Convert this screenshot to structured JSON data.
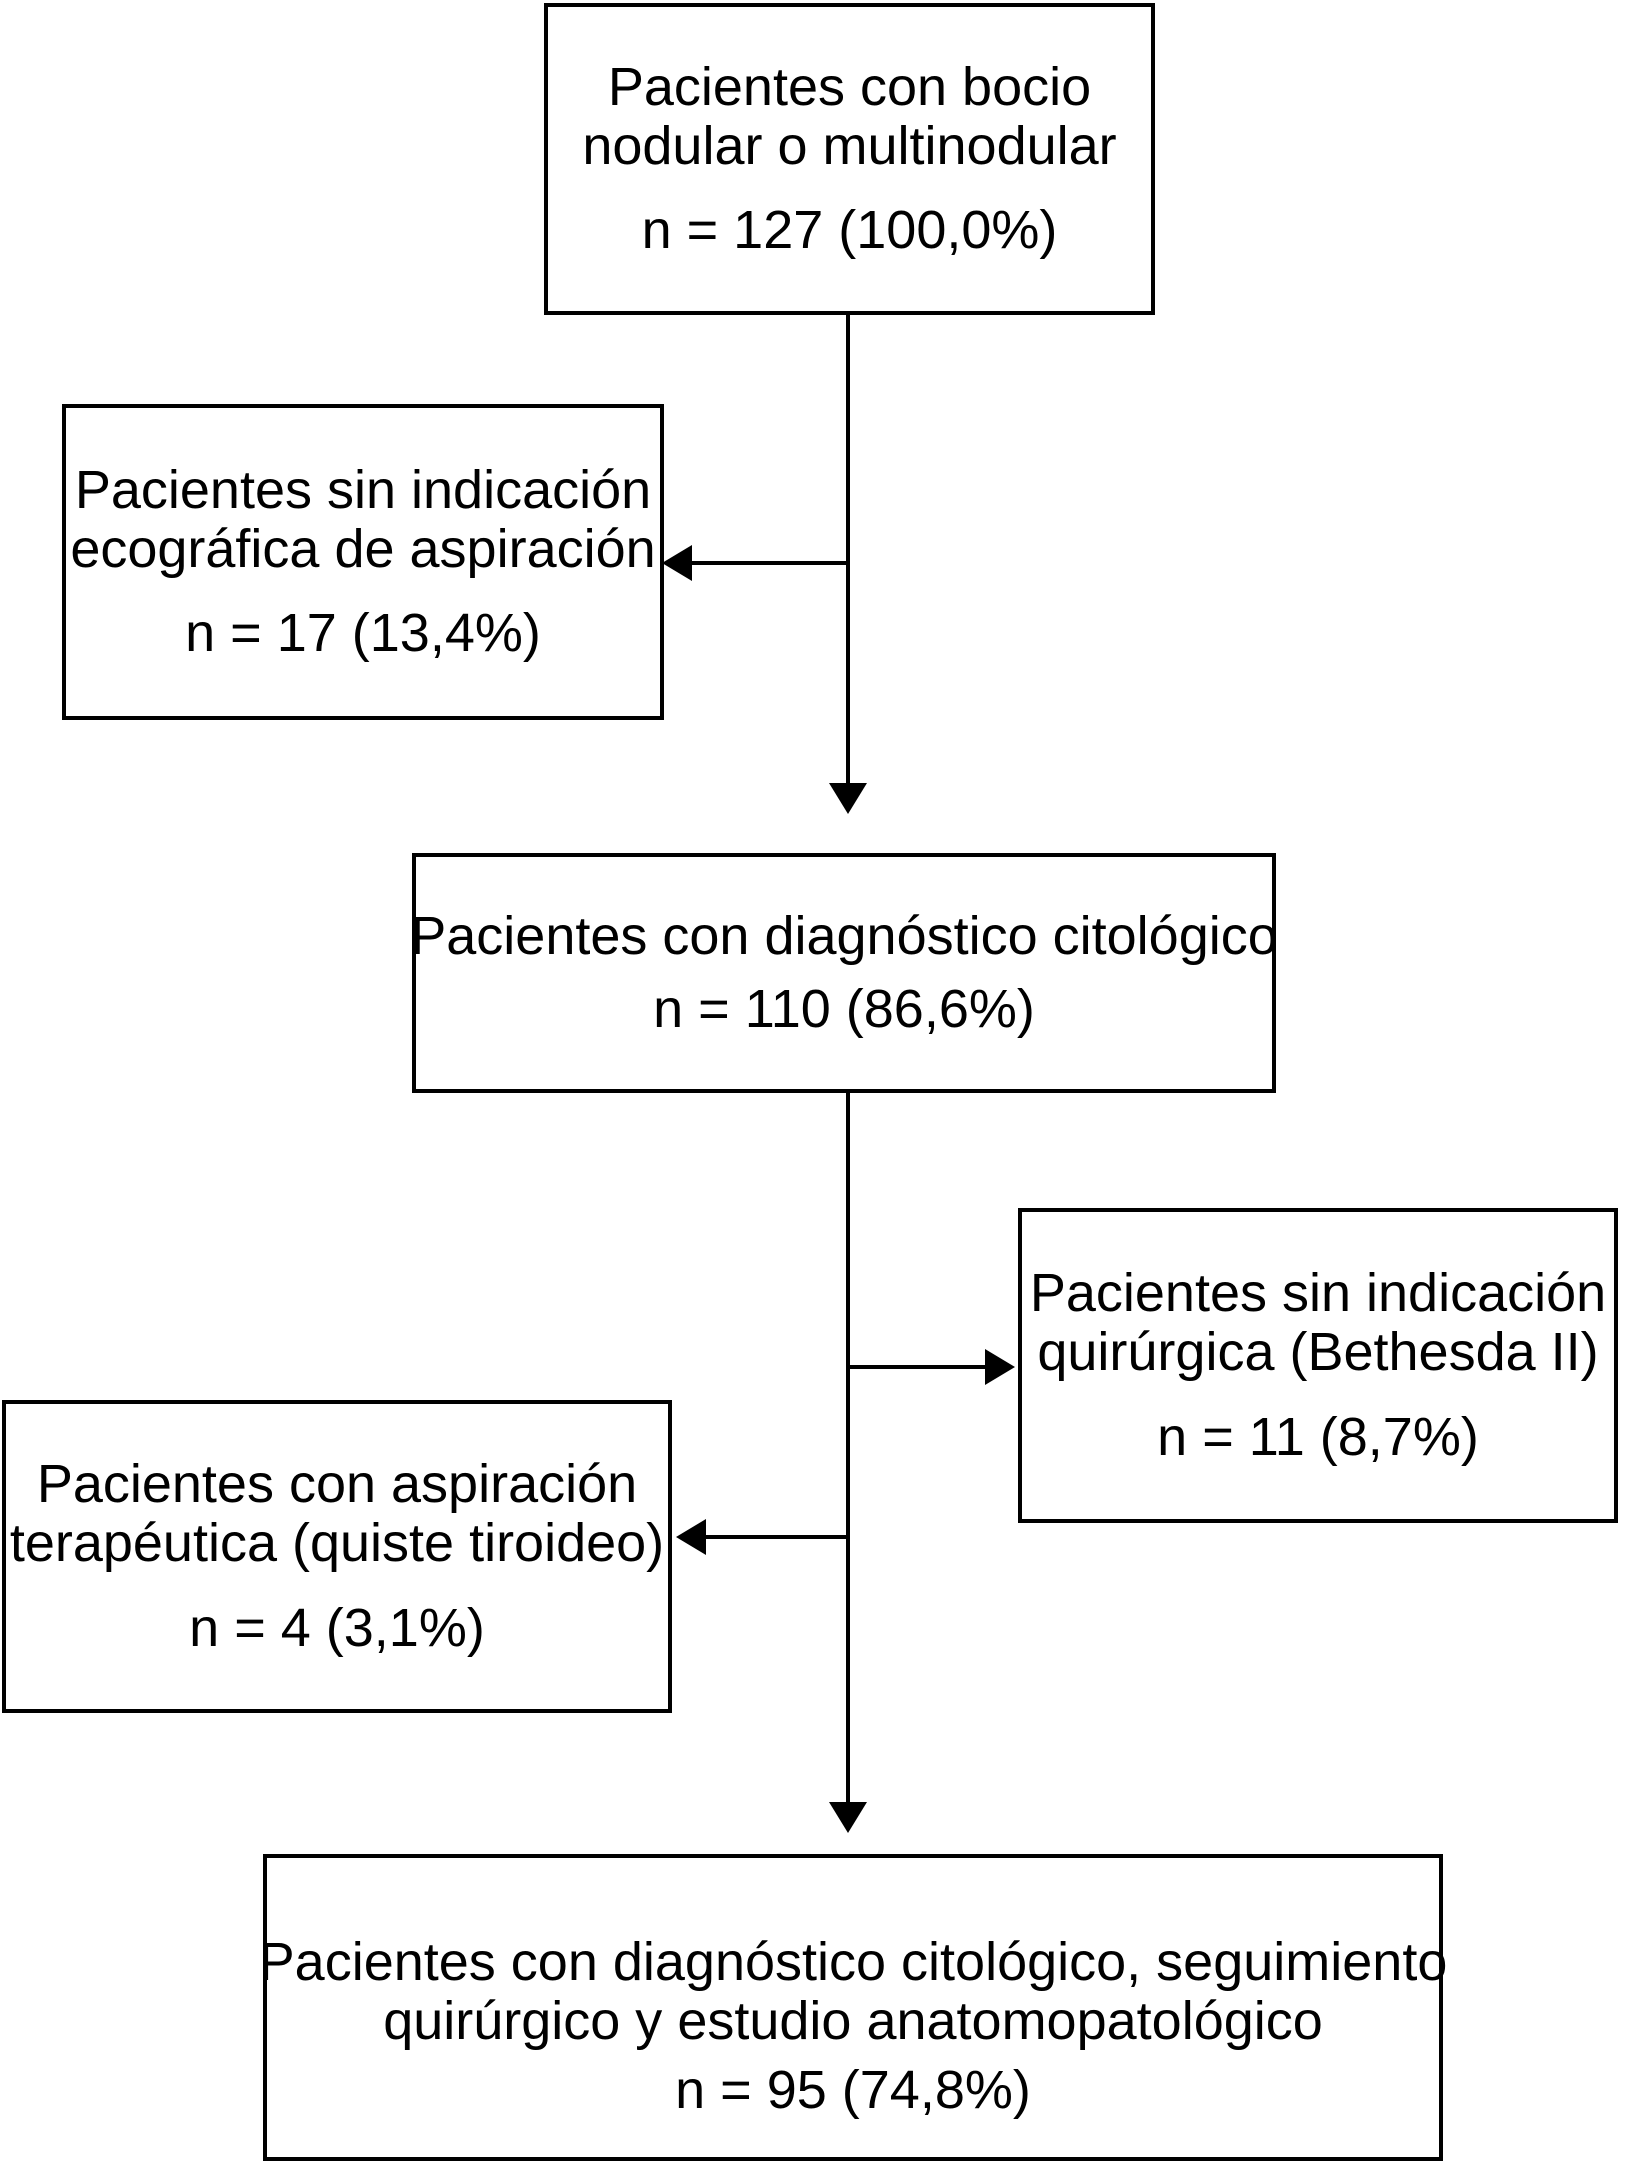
{
  "figure": {
    "background_color": "#ffffff",
    "line_color": "#000000",
    "text_color": "#000000"
  },
  "boxes": {
    "root": {
      "line1": "Pacientes con bocio",
      "line2": "nodular o multinodular",
      "n": "n = 127 (100,0%)"
    },
    "no_ultrasound_indication": {
      "line1": "Pacientes sin indicación",
      "line2": "ecográfica de aspiración",
      "n": "n = 17 (13,4%)"
    },
    "cytology": {
      "line1": "Pacientes con diagnóstico citológico",
      "n": "n = 110 (86,6%)"
    },
    "no_surgical_indication": {
      "line1": "Pacientes sin indicación",
      "line2": "quirúrgica (Bethesda II)",
      "n": "n = 11 (8,7%)"
    },
    "therapeutic_aspiration": {
      "line1": "Pacientes con aspiración",
      "line2": "terapéutica (quiste tiroideo)",
      "n": "n = 4 (3,1%)"
    },
    "final": {
      "line1": "Pacientes con diagnóstico citológico, seguimiento",
      "line2": "quirúrgico y estudio anatomopatológico",
      "n": "n = 95 (74,8%)"
    }
  }
}
